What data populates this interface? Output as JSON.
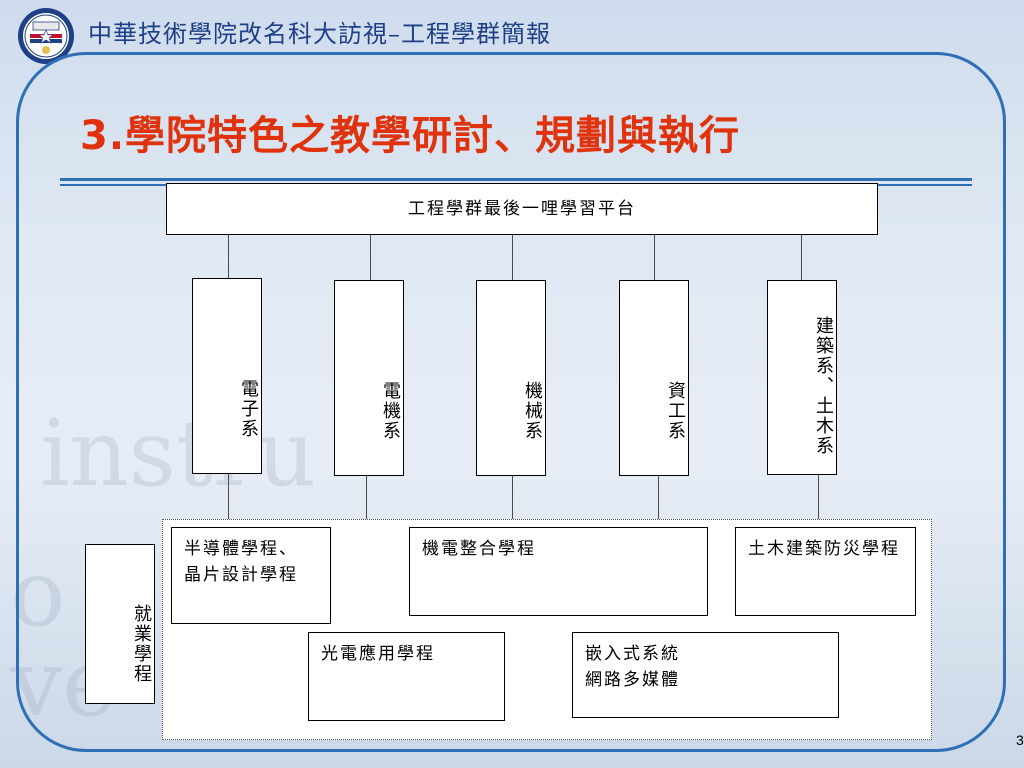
{
  "header": {
    "title": "中華技術學院改名科大訪視–工程學群簡報"
  },
  "slide": {
    "title": "3.學院特色之教學研討、規劃與執行"
  },
  "diagram": {
    "platform": "工程學群最後一哩學習平台",
    "departments": [
      {
        "label": "電子系"
      },
      {
        "label": "電機系"
      },
      {
        "label": "機械系"
      },
      {
        "label": "資工系"
      },
      {
        "label": "建築系、土木系"
      }
    ],
    "employment": "就業學程",
    "programs": [
      {
        "label": "半導體學程、\n晶片設計學程"
      },
      {
        "label": "機電整合學程"
      },
      {
        "label": "土木建築防災學程"
      },
      {
        "label": "光電應用學程"
      },
      {
        "label": "嵌入式系統\n網路多媒體"
      }
    ]
  },
  "footer": {
    "page_number": "3"
  },
  "colors": {
    "title_red": "#e0320c",
    "header_blue": "#1f3f86",
    "frame_blue": "#2e6fb5"
  }
}
